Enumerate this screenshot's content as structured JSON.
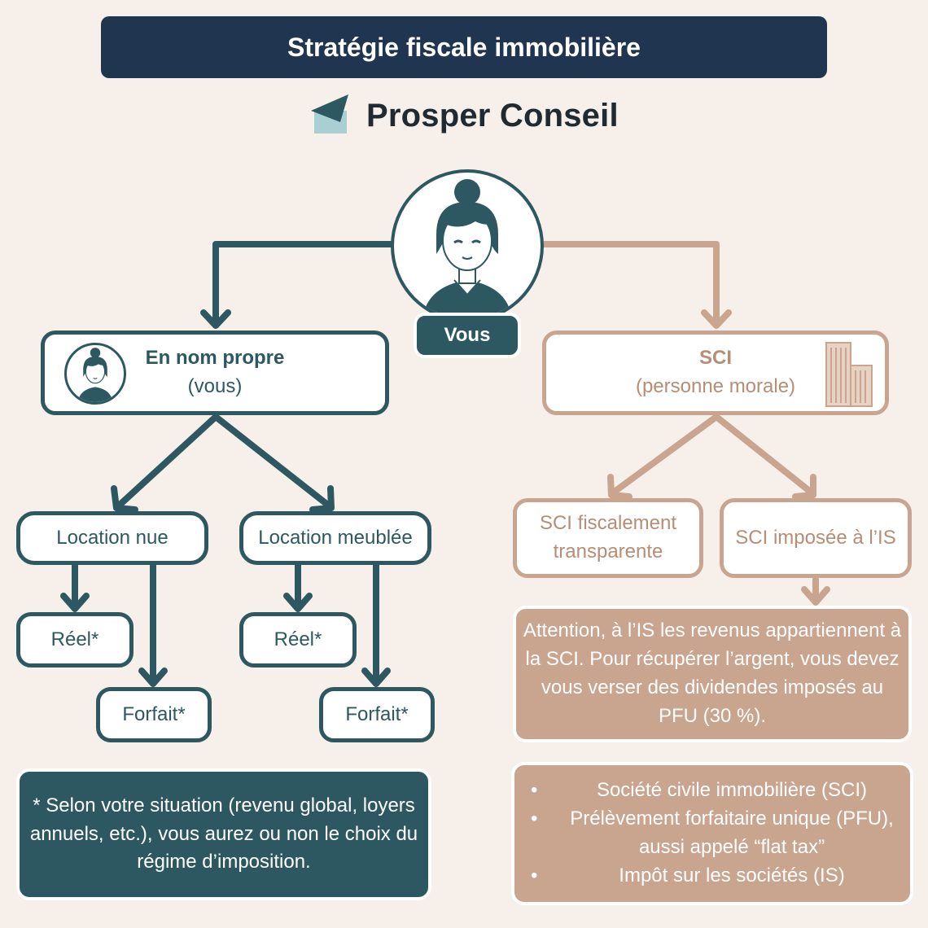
{
  "header": {
    "title": "Stratégie fiscale immobilière"
  },
  "brand": {
    "name": "Prosper Conseil"
  },
  "root": {
    "label": "Vous"
  },
  "left_branch": {
    "title": "En nom propre",
    "subtitle": "(vous)",
    "options": [
      {
        "label": "Location nue",
        "regimes": [
          "Réel*",
          "Forfait*"
        ]
      },
      {
        "label": "Location meublée",
        "regimes": [
          "Réel*",
          "Forfait*"
        ]
      }
    ],
    "footnote": "* Selon votre situation (revenu global, loyers annuels, etc.), vous aurez ou non le choix du régime d’imposition."
  },
  "right_branch": {
    "title": "SCI",
    "subtitle": "(personne morale)",
    "options": [
      {
        "label": "SCI fiscalement transparente"
      },
      {
        "label": "SCI imposée à l’IS"
      }
    ],
    "warning": "Attention, à l’IS les revenus appartiennent à la SCI. Pour récupérer l’argent, vous devez vous verser des dividendes imposés au PFU (30 %).",
    "legend": [
      "Société civile immobilière (SCI)",
      "Prélèvement forfaitaire unique (PFU), aussi appelé “flat tax”",
      "Impôt sur les sociétés (IS)"
    ]
  },
  "colors": {
    "navy": "#1f3550",
    "teal": "#2d5862",
    "tan": "#c9a48e",
    "background": "#f6efea"
  }
}
